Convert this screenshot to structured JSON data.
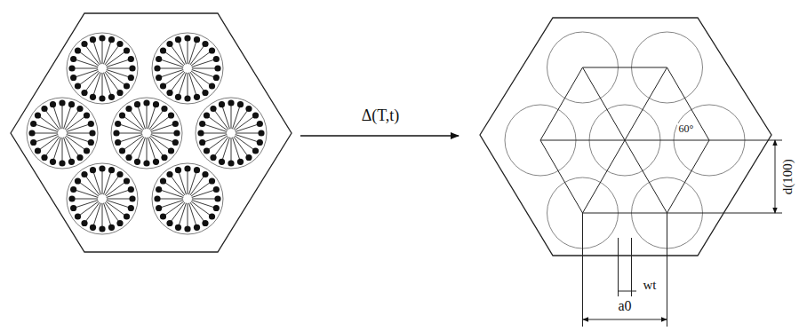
{
  "diagram": {
    "labels": [
      "Δ(T,t)",
      "60°",
      "d(100)",
      "wt",
      "a0"
    ]
  }
}
